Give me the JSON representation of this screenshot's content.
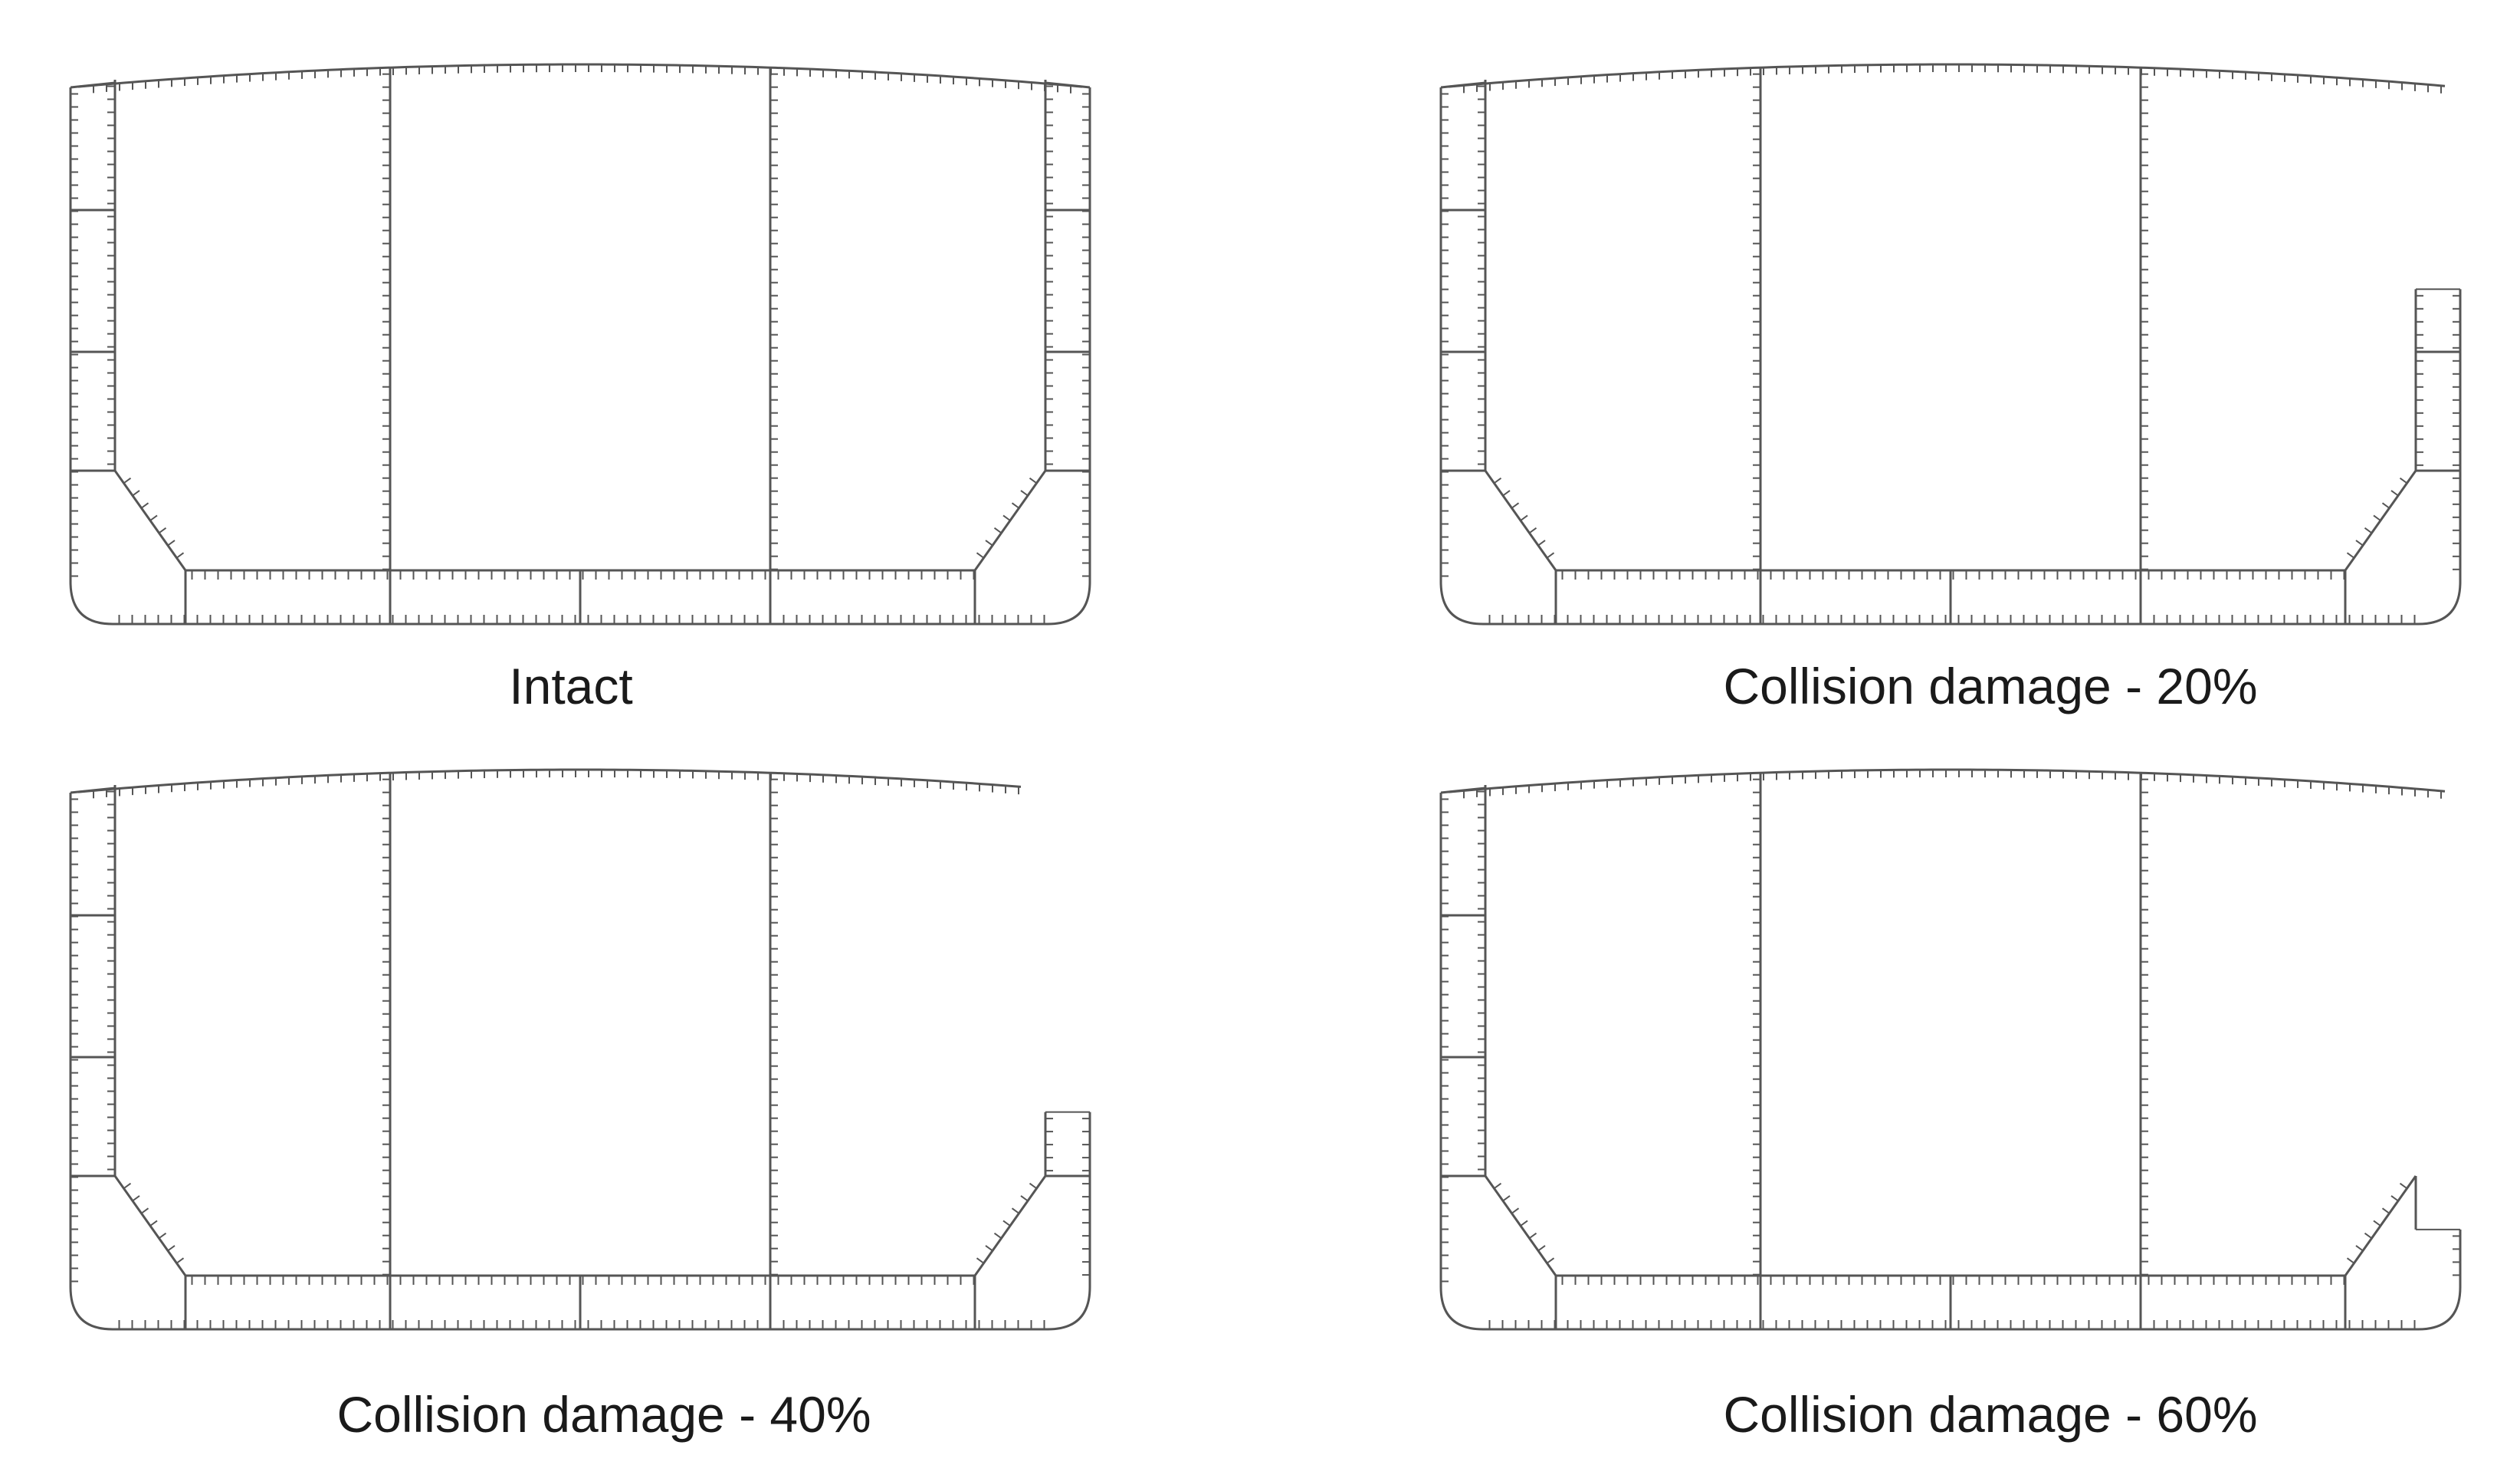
{
  "figure": {
    "panels": [
      {
        "id": "intact",
        "caption": "Intact",
        "damage_percent": 0
      },
      {
        "id": "damage-20",
        "caption": "Collision damage - 20%",
        "damage_percent": 20
      },
      {
        "id": "damage-40",
        "caption": "Collision damage - 40%",
        "damage_percent": 40
      },
      {
        "id": "damage-60",
        "caption": "Collision damage - 60%",
        "damage_percent": 60
      }
    ],
    "colors": {
      "structure": "#555555",
      "caption": "#1a1a1a",
      "background": "#ffffff"
    }
  }
}
